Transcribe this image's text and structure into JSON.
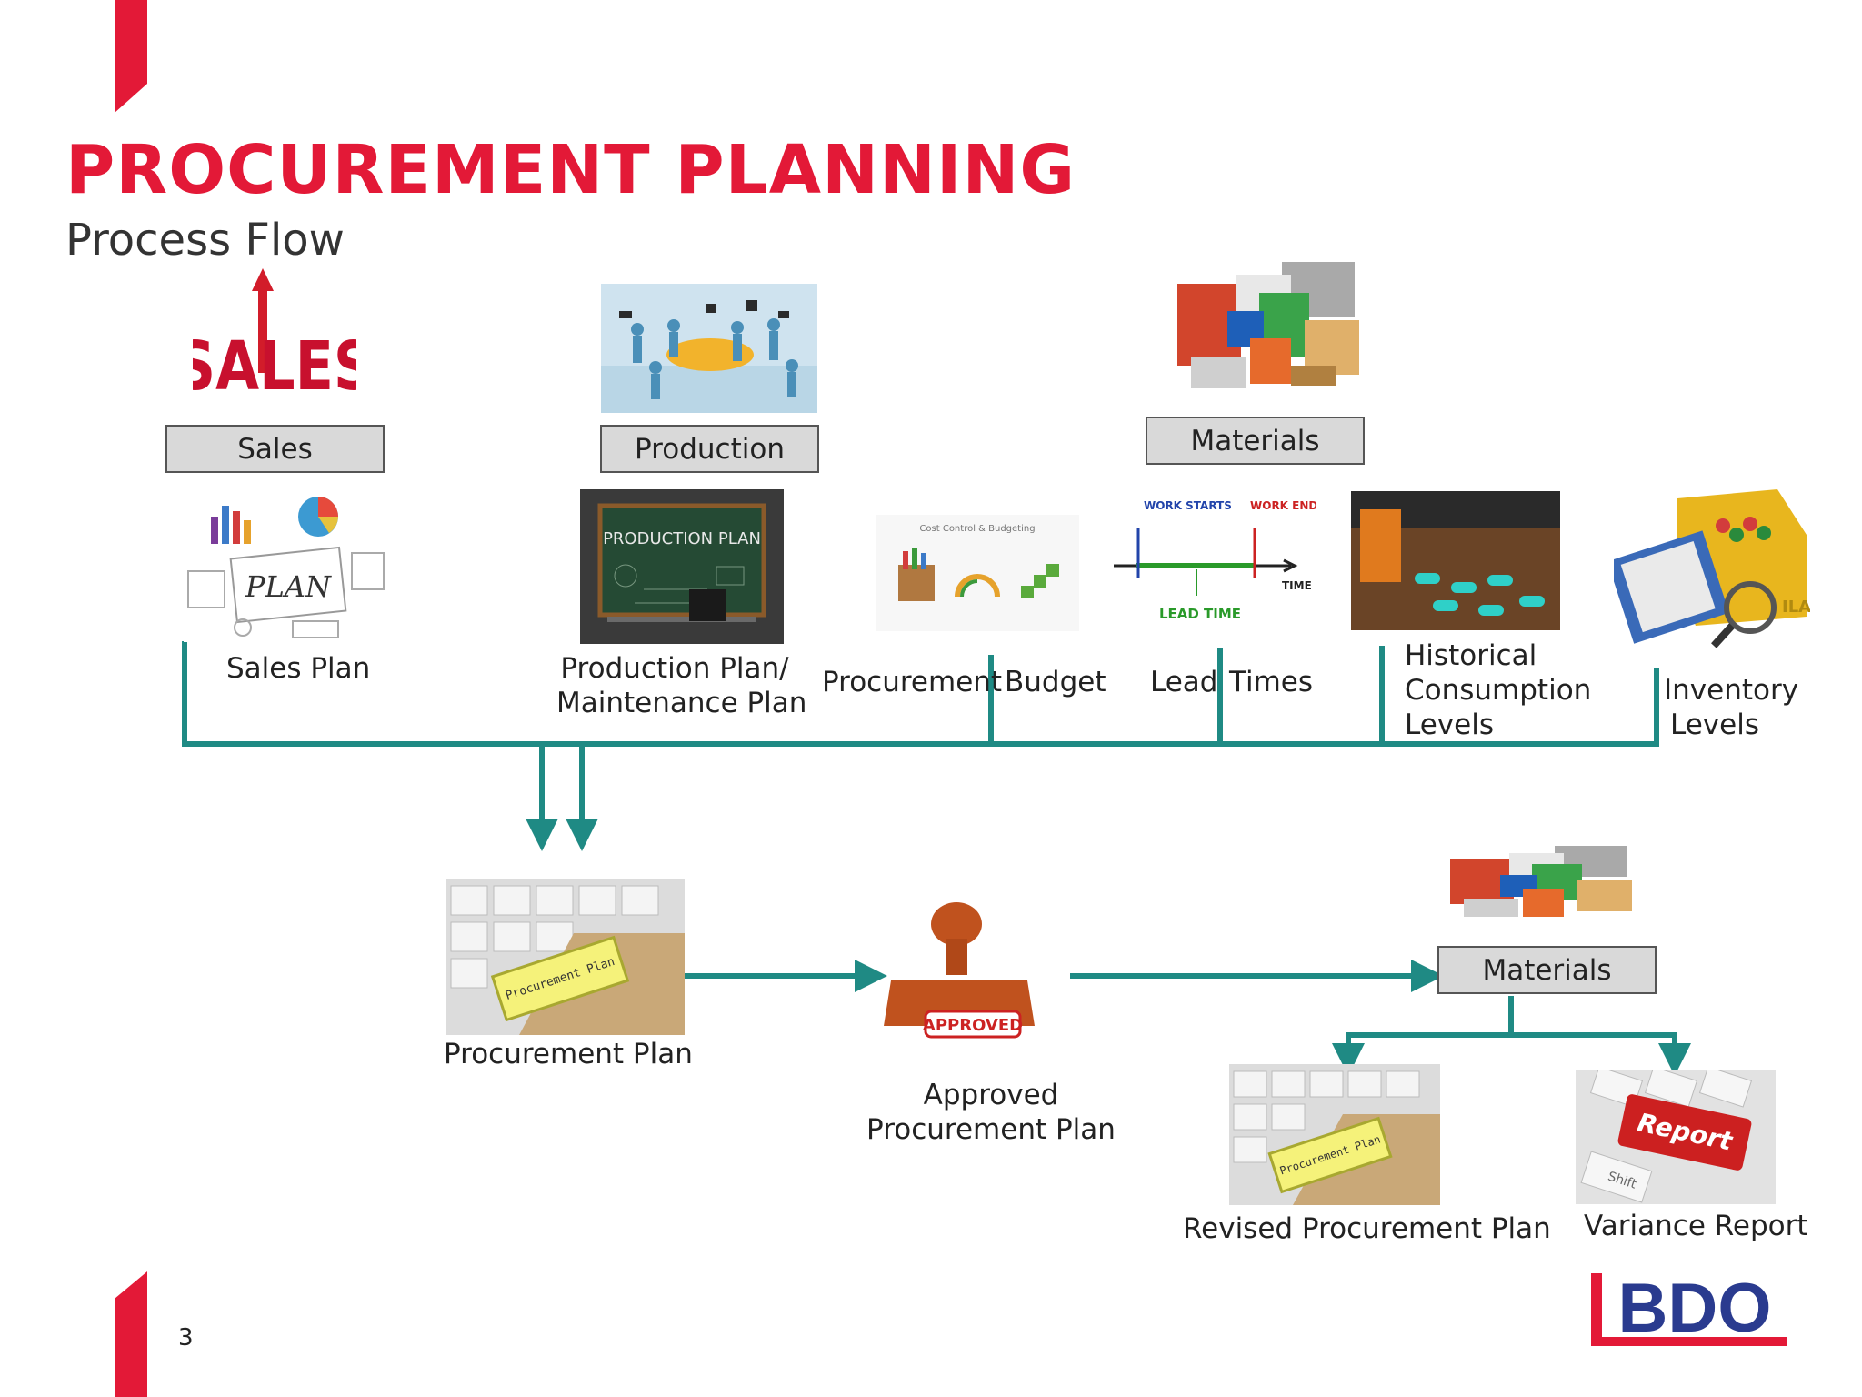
{
  "slide": {
    "title": "PROCUREMENT PLANNING",
    "subtitle": "Process Flow",
    "page_number": "3",
    "accent_color": "#e31937",
    "flow_color": "#1f8a84",
    "brand_color": "#2a3b8f"
  },
  "images": {
    "sales_word": "SALES",
    "sales_plan_word": "PLAN",
    "production_board_text": "PRODUCTION PLAN",
    "budget_caption": "Cost Control & Budgeting",
    "lead_work_starts": "WORK STARTS",
    "lead_work_ends": "WORK ENDS",
    "lead_time_axis": "TIME",
    "lead_time_label": "LEAD TIME",
    "ila_tag": "ILA",
    "procurement_note": "Procurement Plan",
    "stamp_text": "APPROVED",
    "revised_note": "Procurement Plan",
    "report_key": "Report",
    "shift_key": "Shift"
  },
  "top_row": {
    "sales_box": "Sales",
    "production_box": "Production",
    "materials_box": "Materials"
  },
  "inputs": {
    "sales_plan": "Sales Plan",
    "production_plan_line1": "Production Plan/",
    "production_plan_line2": "Maintenance Plan",
    "procurement_budget_a": "Procurement",
    "procurement_budget_b": "Budget",
    "lead_times_a": "Lead",
    "lead_times_b": "Times",
    "historical_line1": "Historical",
    "historical_line2": "Consumption",
    "historical_line3": "Levels",
    "inventory_line1": "Inventory",
    "inventory_line2": "Levels"
  },
  "bottom_row": {
    "procurement_plan": "Procurement Plan",
    "approved_line1": "Approved",
    "approved_line2": "Procurement Plan",
    "materials_box": "Materials",
    "revised_plan": "Revised Procurement Plan",
    "variance_report": "Variance Report"
  },
  "logo": {
    "text": "BDO"
  }
}
